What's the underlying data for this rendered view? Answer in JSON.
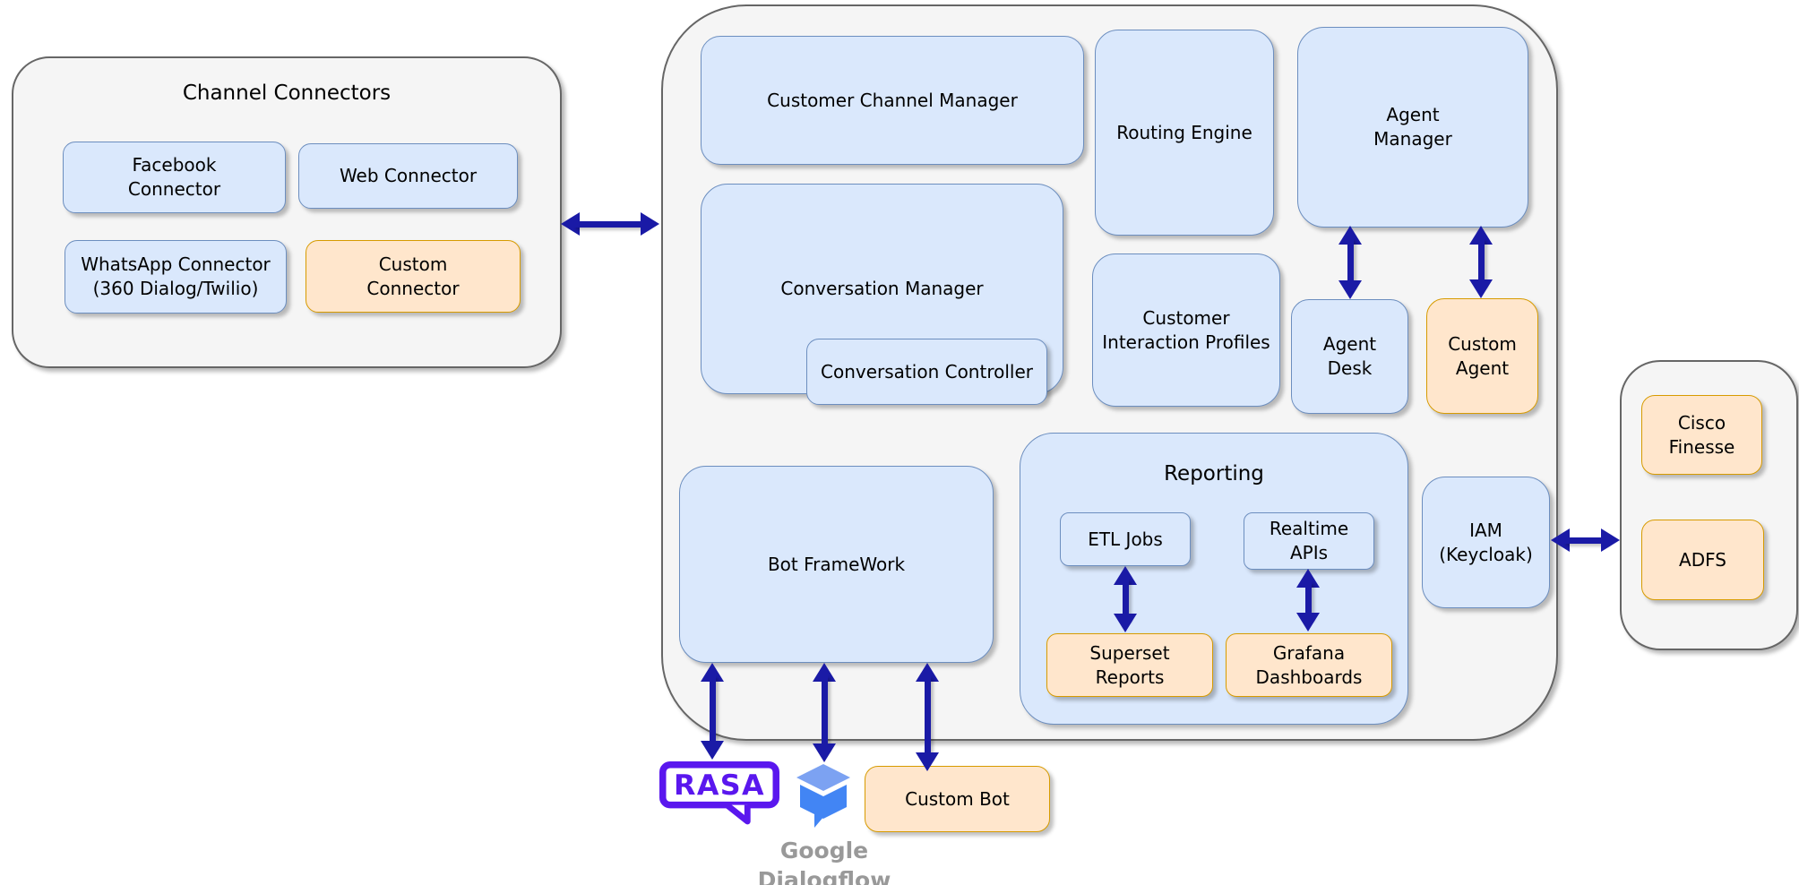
{
  "colors": {
    "box_blue_fill": "#dae8fc",
    "box_blue_stroke": "#6c8ebf",
    "box_orange_fill": "#ffe6cc",
    "box_orange_stroke": "#d79b00",
    "container_fill": "#f5f5f5",
    "container_stroke": "#666666",
    "arrow": "#1a1aa6",
    "rasa_purple": "#5a17ee",
    "dialogflow_blue": "#4285f4",
    "dialogflow_light_blue": "#7ca2f2",
    "label_gray": "#999999"
  },
  "containers": {
    "channel_connectors": {
      "title": "Channel Connectors"
    },
    "reporting": {
      "title": "Reporting"
    }
  },
  "nodes": {
    "facebook": {
      "lines": [
        "Facebook",
        "Connector"
      ]
    },
    "web": {
      "lines": [
        "Web Connector"
      ]
    },
    "whatsapp": {
      "lines": [
        "WhatsApp Connector",
        "(360 Dialog/Twilio)"
      ]
    },
    "custom_connector": {
      "lines": [
        "Custom",
        "Connector"
      ]
    },
    "customer_channel_manager": {
      "lines": [
        "Customer Channel Manager"
      ]
    },
    "routing_engine": {
      "lines": [
        "Routing Engine"
      ]
    },
    "agent_manager": {
      "lines": [
        "Agent",
        "Manager"
      ]
    },
    "conversation_manager": {
      "lines": [
        "Conversation Manager"
      ]
    },
    "conversation_controller": {
      "lines": [
        "Conversation Controller"
      ]
    },
    "customer_interaction_profiles": {
      "lines": [
        "Customer",
        "Interaction Profiles"
      ]
    },
    "agent_desk": {
      "lines": [
        "Agent",
        "Desk"
      ]
    },
    "custom_agent": {
      "lines": [
        "Custom",
        "Agent"
      ]
    },
    "etl_jobs": {
      "lines": [
        "ETL Jobs"
      ]
    },
    "realtime_apis": {
      "lines": [
        "Realtime",
        "APIs"
      ]
    },
    "superset_reports": {
      "lines": [
        "Superset",
        "Reports"
      ]
    },
    "grafana_dashboards": {
      "lines": [
        "Grafana",
        "Dashboards"
      ]
    },
    "bot_framework": {
      "lines": [
        "Bot FrameWork"
      ]
    },
    "iam": {
      "lines": [
        "IAM",
        "(Keycloak)"
      ]
    },
    "cisco_finesse": {
      "lines": [
        "Cisco",
        "Finesse"
      ]
    },
    "adfs": {
      "lines": [
        "ADFS"
      ]
    },
    "custom_bot": {
      "lines": [
        "Custom Bot"
      ]
    },
    "rasa": {
      "logo_text": "RASA"
    },
    "google_dialogflow": {
      "lines": [
        "Google",
        "Dialogflow"
      ]
    }
  }
}
